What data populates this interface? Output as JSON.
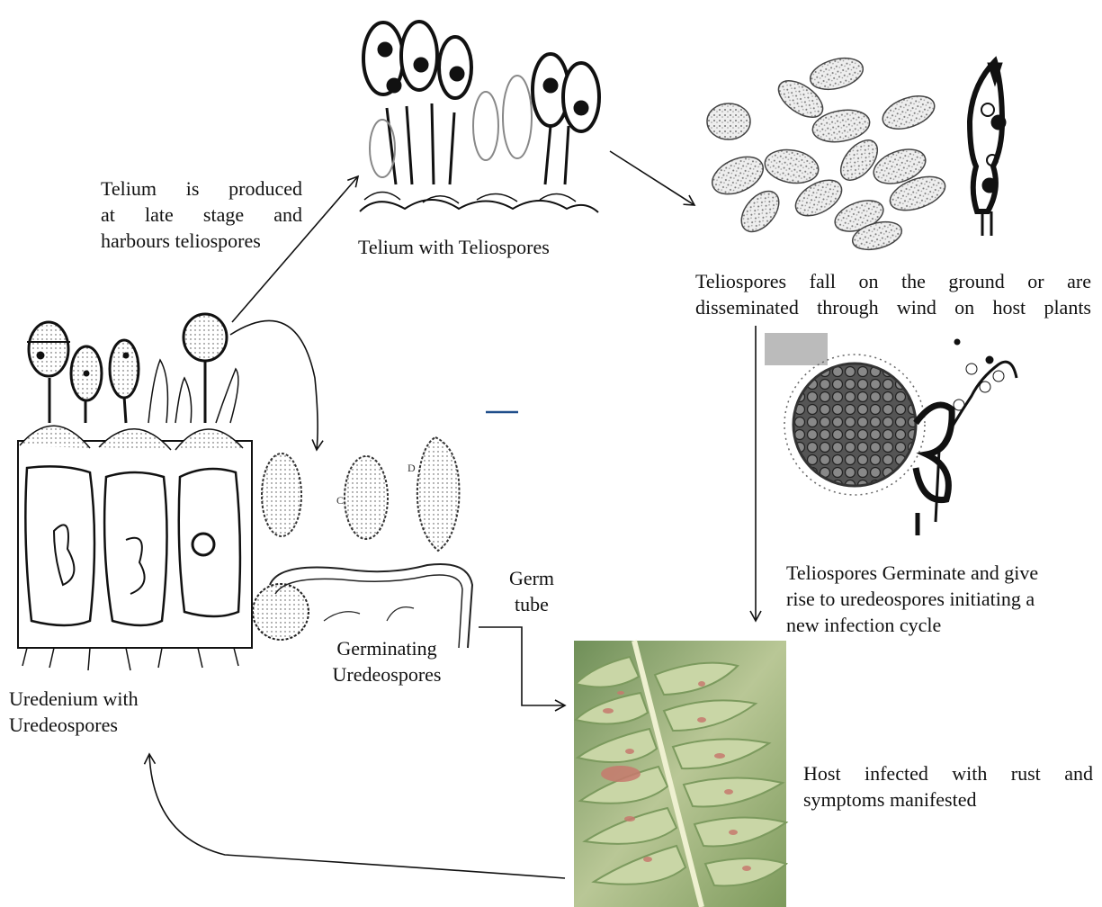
{
  "labels": {
    "telium_produced": [
      "Telium is produced",
      "at late stage and",
      "harbours teliospores"
    ],
    "telium_with_teliospores": "Telium with Teliospores",
    "teliospores_fall": [
      "Teliospores fall on the ground or are",
      "disseminated through wind on host plants"
    ],
    "teliospores_germinate": [
      "Teliospores Germinate and give",
      "rise to uredeospores initiating a",
      "new infection cycle"
    ],
    "germ_tube": [
      "Germ",
      "tube"
    ],
    "germinating_uredeospores": [
      "Germinating",
      "Uredeospores"
    ],
    "uredenium_with_uredeospores": [
      "Uredenium with",
      "Uredeospores"
    ],
    "host_infected": [
      "Host infected with rust and",
      "symptoms manifested"
    ]
  },
  "panel_letters": [
    "C",
    "D"
  ],
  "colors": {
    "ink": "#111111",
    "leaf_green": "#8fae7a",
    "leaf_light": "#c9d6a6",
    "rust_spot": "#c77a6e",
    "cyan_dash": "#1f4e8a"
  }
}
